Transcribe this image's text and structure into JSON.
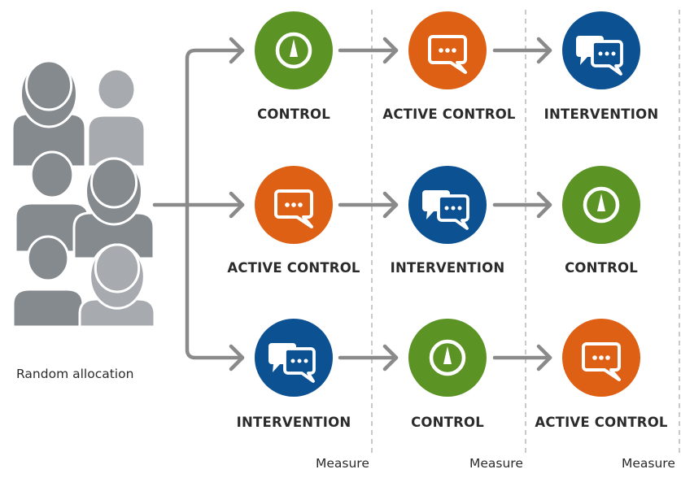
{
  "colors": {
    "control": "#5b9425",
    "active": "#de6014",
    "intervention": "#0c5192",
    "arrow": "#8a8a8a",
    "people_dark": "#858a8f",
    "people_light": "#a7abaf",
    "divider": "#bcbcbc"
  },
  "icons": {
    "control": "gauge-icon",
    "active": "speech-bubble-icon",
    "intervention": "double-speech-bubble-icon",
    "people": "people-group-icon"
  },
  "group_label": "Random allocation",
  "measure_label": "Measure",
  "rows": [
    {
      "stages": [
        {
          "kind": "control",
          "label": "CONTROL"
        },
        {
          "kind": "active",
          "label": "ACTIVE CONTROL"
        },
        {
          "kind": "intervention",
          "label": "INTERVENTION"
        }
      ]
    },
    {
      "stages": [
        {
          "kind": "active",
          "label": "ACTIVE CONTROL"
        },
        {
          "kind": "intervention",
          "label": "INTERVENTION"
        },
        {
          "kind": "control",
          "label": "CONTROL"
        }
      ]
    },
    {
      "stages": [
        {
          "kind": "intervention",
          "label": "INTERVENTION"
        },
        {
          "kind": "control",
          "label": "CONTROL"
        },
        {
          "kind": "active",
          "label": "ACTIVE CONTROL"
        }
      ]
    }
  ]
}
